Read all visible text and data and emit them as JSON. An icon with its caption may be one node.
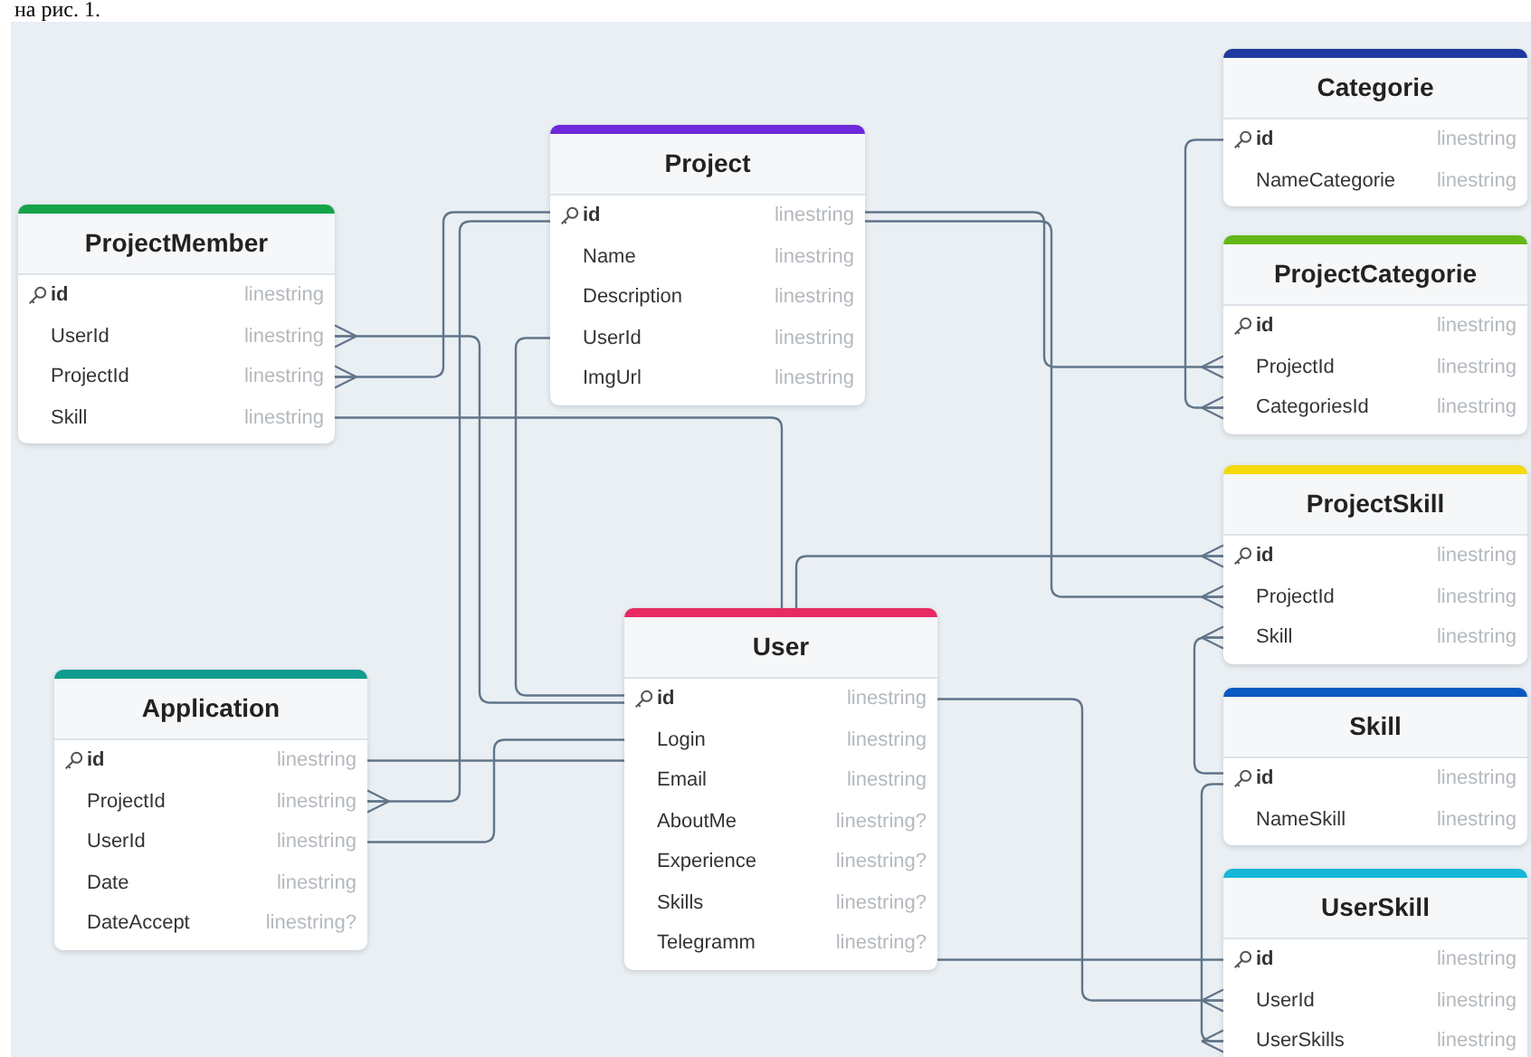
{
  "diagram": {
    "nodes": [
      {
        "text": [
          "Categorie"
        ]
      },
      {
        "text": [
          "id",
          "linestring"
        ],
        "in": 0
      },
      {
        "text": [
          "NameCategorie",
          "linestring"
        ],
        "in": 0
      },
      {
        "text": [
          "Project"
        ]
      },
      {
        "text": [
          "id",
          "linestring"
        ],
        "in": 3
      },
      {
        "text": [
          "Name",
          "linestring"
        ],
        "in": 3
      },
      {
        "text": [
          "Description",
          "linestring"
        ],
        "in": 3
      },
      {
        "text": [
          "UserId",
          "linestring"
        ],
        "in": 3
      },
      {
        "text": [
          "ImgUrl",
          "linestring"
        ],
        "in": 3
      },
      {
        "text": [
          "ProjectMember"
        ]
      },
      {
        "text": [
          "id",
          "linestring"
        ],
        "in": 9
      },
      {
        "text": [
          "UserId",
          "linestring"
        ],
        "in": 9
      },
      {
        "text": [
          "ProjectId",
          "linestring"
        ],
        "in": 9
      },
      {
        "text": [
          "Skill",
          "linestring"
        ],
        "in": 9
      },
      {
        "text": [
          "ProjectCategorie"
        ]
      },
      {
        "text": [
          "id",
          "linestring"
        ],
        "in": 14
      },
      {
        "text": [
          "ProjectId",
          "linestring"
        ],
        "in": 14
      },
      {
        "text": [
          "CategoriesId",
          "linestring"
        ],
        "in": 14
      },
      {
        "text": [
          "ProjectSkill"
        ]
      },
      {
        "text": [
          "id",
          "linestring"
        ],
        "in": 18
      },
      {
        "text": [
          "ProjectId",
          "linestring"
        ],
        "in": 18
      },
      {
        "text": [
          "Skill",
          "linestring"
        ],
        "in": 18
      },
      {
        "text": [
          "User"
        ]
      },
      {
        "text": [
          "id",
          "linestring"
        ],
        "in": 22
      },
      {
        "text": [
          "Login",
          "linestring"
        ],
        "in": 22
      },
      {
        "text": [
          "Email",
          "linestring"
        ],
        "in": 22
      },
      {
        "text": [
          "AboutMe",
          "linestring?"
        ],
        "in": 22
      },
      {
        "text": [
          "Experience",
          "linestring?"
        ],
        "in": 22
      },
      {
        "text": [
          "Skills",
          "linestring?"
        ],
        "in": 22
      },
      {
        "text": [
          "Telegramm",
          "linestring?"
        ],
        "in": 22
      },
      {
        "text": [
          "Application"
        ]
      },
      {
        "text": [
          "id",
          "linestring"
        ],
        "in": 30
      },
      {
        "text": [
          "ProjectId",
          "linestring"
        ],
        "in": 30
      },
      {
        "text": [
          "UserId",
          "linestring"
        ],
        "in": 30
      },
      {
        "text": [
          "Date",
          "linestring"
        ],
        "in": 30
      },
      {
        "text": [
          "DateAccept",
          "linestring?"
        ],
        "in": 30
      },
      {
        "text": [
          "Skill"
        ]
      },
      {
        "text": [
          "id",
          "linestring"
        ],
        "in": 36
      },
      {
        "text": [
          "NameSkill",
          "linestring"
        ],
        "in": 36
      },
      {
        "text": [
          "UserSkill"
        ]
      },
      {
        "text": [
          "id",
          "linestring"
        ],
        "in": 39
      },
      {
        "text": [
          "UserId",
          "linestring"
        ],
        "in": 39
      },
      {
        "text": [
          "UserSkills",
          "linestring"
        ],
        "in": 39
      }
    ],
    "edges": [
      {
        "from": 4,
        "to": 12,
        "arrow": "other"
      },
      {
        "from": 23,
        "to": 11,
        "arrow": "other"
      },
      {
        "from": 7,
        "to": 23,
        "arrow": "none"
      },
      {
        "from": 13,
        "to": 22,
        "arrow": "none"
      },
      {
        "from": 4,
        "to": 32,
        "arrow": "other"
      },
      {
        "from": 31,
        "to": 22,
        "arrow": "none"
      },
      {
        "from": 33,
        "to": 24,
        "arrow": "none"
      },
      {
        "from": 4,
        "to": 16,
        "arrow": "other"
      },
      {
        "from": 4,
        "to": 20,
        "arrow": "other"
      },
      {
        "from": 1,
        "to": 17,
        "arrow": "other"
      },
      {
        "from": 22,
        "to": 19,
        "arrow": "other"
      },
      {
        "from": 37,
        "to": 21,
        "arrow": "other"
      },
      {
        "from": 37,
        "to": 42,
        "arrow": "other"
      },
      {
        "from": 23,
        "to": 41,
        "arrow": "other"
      },
      {
        "from": 29,
        "to": 40,
        "arrow": "none"
      }
    ],
    "labels": [
      "на рис. 1."
    ]
  }
}
